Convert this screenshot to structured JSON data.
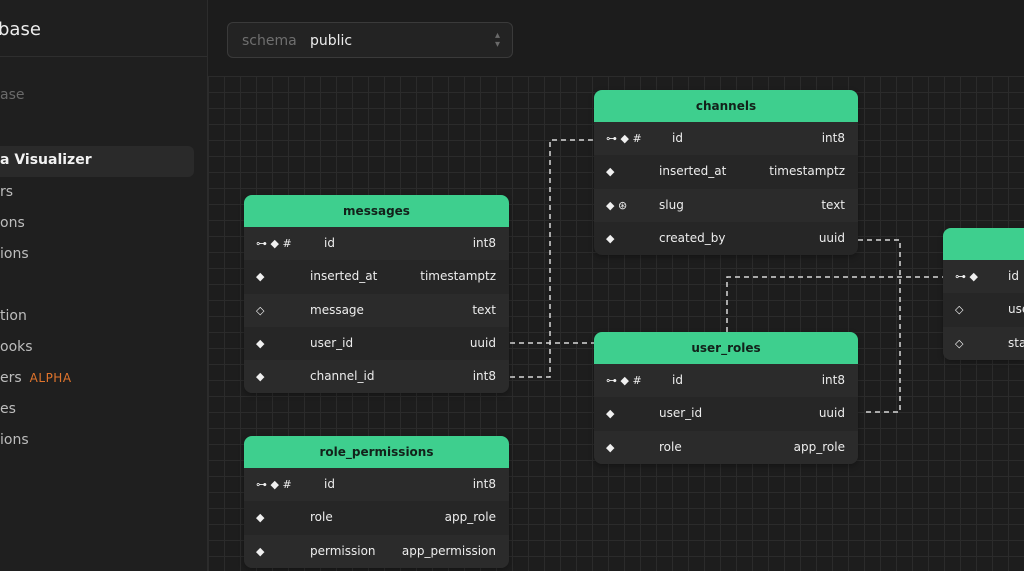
{
  "sidebar": {
    "title": "base",
    "items": [
      {
        "label": "ase",
        "dim": true
      },
      {
        "label": "a Visualizer",
        "active": true
      },
      {
        "label": "rs"
      },
      {
        "label": "ons"
      },
      {
        "label": "ions"
      },
      {
        "label": "tion"
      },
      {
        "label": "ooks"
      },
      {
        "label": "ers",
        "badge": "ALPHA"
      },
      {
        "label": "es"
      },
      {
        "label": "ions"
      }
    ]
  },
  "schema": {
    "label": "schema",
    "value": "public"
  },
  "tables": {
    "channels": {
      "name": "channels",
      "rows": [
        {
          "icons": "⊶ ◆ #",
          "name": "id",
          "type": "int8"
        },
        {
          "icons": "◆",
          "name": "inserted_at",
          "type": "timestamptz"
        },
        {
          "icons": "◆ ⊛",
          "name": "slug",
          "type": "text"
        },
        {
          "icons": "◆",
          "name": "created_by",
          "type": "uuid"
        }
      ]
    },
    "messages": {
      "name": "messages",
      "rows": [
        {
          "icons": "⊶ ◆ #",
          "name": "id",
          "type": "int8"
        },
        {
          "icons": "◆",
          "name": "inserted_at",
          "type": "timestamptz"
        },
        {
          "icons": "◇",
          "name": "message",
          "type": "text"
        },
        {
          "icons": "◆",
          "name": "user_id",
          "type": "uuid"
        },
        {
          "icons": "◆",
          "name": "channel_id",
          "type": "int8"
        }
      ]
    },
    "user_roles": {
      "name": "user_roles",
      "rows": [
        {
          "icons": "⊶ ◆ #",
          "name": "id",
          "type": "int8"
        },
        {
          "icons": "◆",
          "name": "user_id",
          "type": "uuid"
        },
        {
          "icons": "◆",
          "name": "role",
          "type": "app_role"
        }
      ]
    },
    "role_permissions": {
      "name": "role_permissions",
      "rows": [
        {
          "icons": "⊶ ◆ #",
          "name": "id",
          "type": "int8"
        },
        {
          "icons": "◆",
          "name": "role",
          "type": "app_role"
        },
        {
          "icons": "◆",
          "name": "permission",
          "type": "app_permission"
        }
      ]
    },
    "users": {
      "name": "",
      "rows": [
        {
          "icons": "⊶ ◆",
          "name": "id",
          "type": ""
        },
        {
          "icons": "◇",
          "name": "use",
          "type": ""
        },
        {
          "icons": "◇",
          "name": "sta",
          "type": ""
        }
      ]
    }
  },
  "colors": {
    "accent": "#3ecf8e",
    "badge": "#e0742c",
    "background": "#1c1c1c"
  }
}
